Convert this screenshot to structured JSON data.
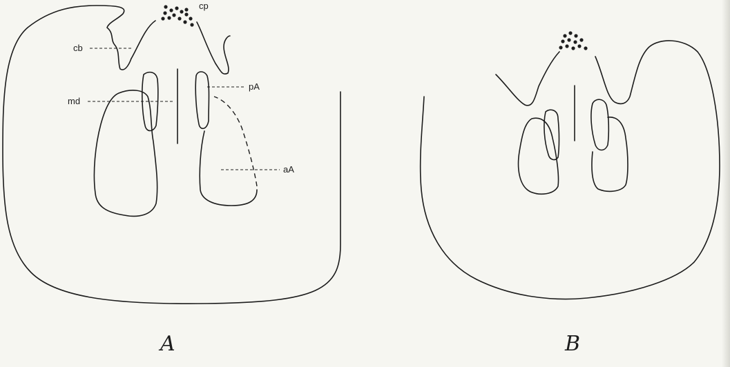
{
  "figure": {
    "panel_a": {
      "caption": "A",
      "labels": {
        "cp": "cp",
        "cb": "cb",
        "md": "md",
        "pA": "pA",
        "aA": "aA"
      }
    },
    "panel_b": {
      "caption": "B"
    }
  }
}
